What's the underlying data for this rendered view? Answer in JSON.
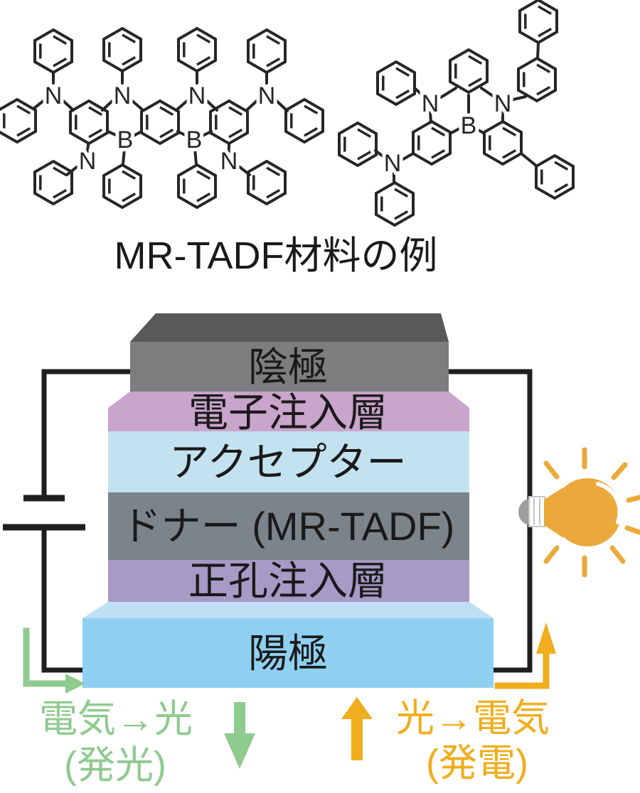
{
  "title": "MR-TADF材料の例",
  "molecule_ink": "#262626",
  "molecules": {
    "left": {
      "atom_labels": {
        "n_top1": "N",
        "n_top2": "N",
        "n_top3": "N",
        "n_top4": "N",
        "b_left": "B",
        "b_right": "B",
        "n_bottom_left": "N",
        "n_bottom_right": "N"
      }
    },
    "right": {
      "atom_labels": {
        "n_left": "N",
        "n_right": "N",
        "b_center": "B",
        "n_bottom": "N"
      }
    }
  },
  "device": {
    "wire_color": "#1f1f1f",
    "label_color": "#1a1a1a",
    "layers": [
      {
        "label": "陰極",
        "front": "#7c7d7f",
        "top": "#58595b"
      },
      {
        "label": "電子注入層",
        "front": "#c9a4cb"
      },
      {
        "label": "アクセプター",
        "front": "#c3e2ef"
      },
      {
        "label": "ドナー (MR-TADF)",
        "front": "#7b838b"
      },
      {
        "label": "正孔注入層",
        "front": "#a79ac6"
      },
      {
        "label": "陽極",
        "front": "#8fd0f1",
        "top": "#bfdff4"
      }
    ]
  },
  "bulb": {
    "body": "#eba93b",
    "highlight": "#ffffff",
    "socket_fill": "#ffffff",
    "socket_stroke": "#c4c4c6",
    "cap": "#9d9da0"
  },
  "emission": {
    "line1": "電気→光",
    "line2": "(発光)",
    "color": "#8fca8f"
  },
  "generation": {
    "line1": "光→電気",
    "line2": "(発電)",
    "color": "#f0ad1d"
  }
}
